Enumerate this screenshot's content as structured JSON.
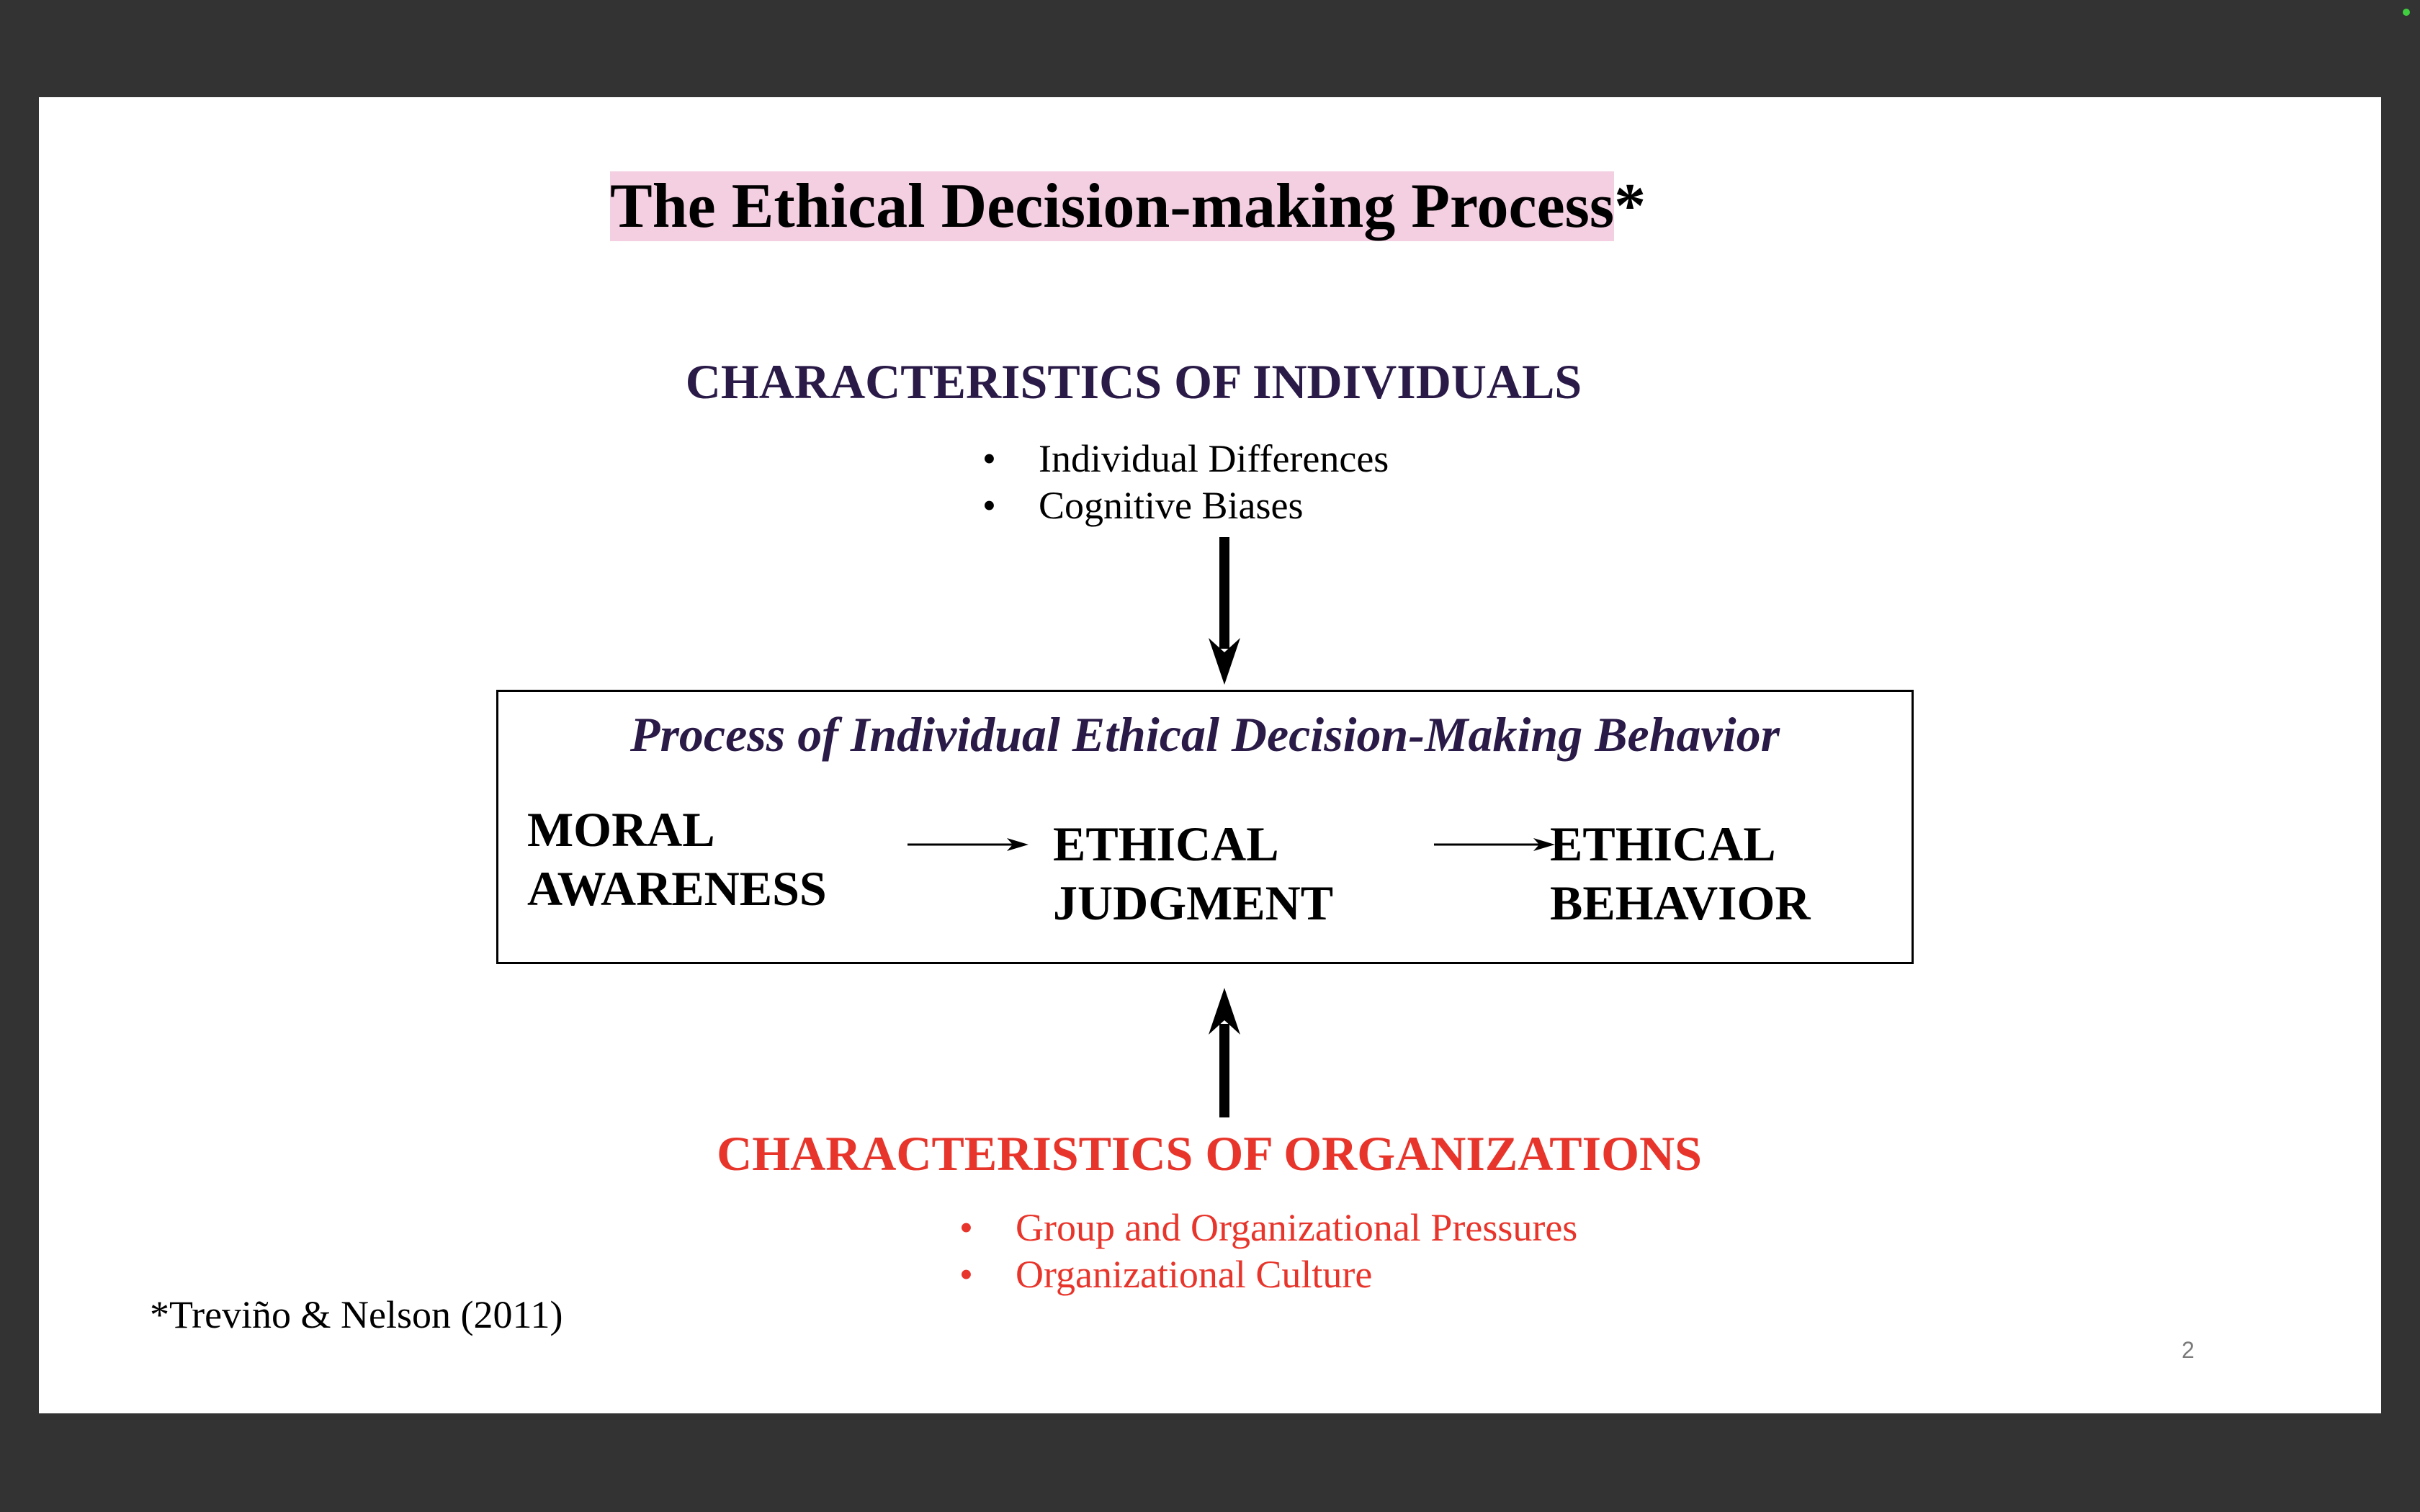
{
  "slide": {
    "title": "The Ethical Decision-making Process",
    "title_suffix": "*",
    "individuals": {
      "heading": "CHARACTERISTICS OF INDIVIDUALS",
      "bullets": [
        "Individual Differences",
        "Cognitive Biases"
      ]
    },
    "process": {
      "title": "Process of Individual Ethical Decision-Making Behavior",
      "stages": [
        {
          "line1": "MORAL",
          "line2": "AWARENESS"
        },
        {
          "line1": "ETHICAL",
          "line2": "JUDGMENT"
        },
        {
          "line1": "ETHICAL",
          "line2": "BEHAVIOR"
        }
      ]
    },
    "organizations": {
      "heading": "CHARACTERISTICS OF ORGANIZATIONS",
      "bullets": [
        "Group and Organizational Pressures",
        "Organizational Culture"
      ]
    },
    "citation": "*Treviño & Nelson (2011)",
    "page_number": "2",
    "bullet_glyph": "•"
  },
  "colors": {
    "background": "#333333",
    "slide": "#ffffff",
    "title_highlight": "#f4cfe2",
    "heading_dark": "#2a1a47",
    "accent_red": "#e8352b",
    "status_dot": "#3fcf3f"
  }
}
